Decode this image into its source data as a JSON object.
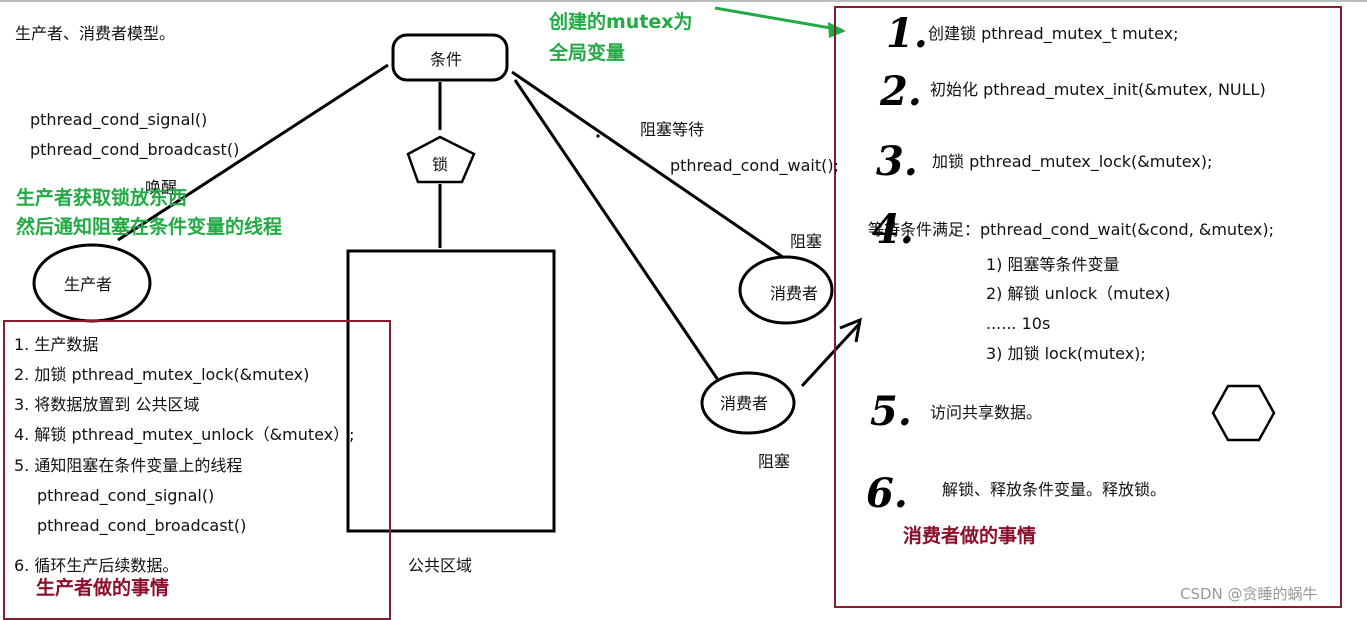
{
  "title": "生产者、消费者模型。",
  "cond_box": "条件",
  "lock_label": "锁",
  "producer_node": "生产者",
  "consumer_node_1": "消费者",
  "consumer_node_2": "消费者",
  "public_area": "公共区域",
  "block_wait": "阻塞等待",
  "cond_wait_call": "pthread_cond_wait();",
  "blocked_1": "阻塞",
  "blocked_2": "阻塞",
  "wake": "唤醒",
  "signal_left": "pthread_cond_signal()",
  "broadcast_left": "pthread_cond_broadcast()",
  "green_note_1": "生产者获取锁放东西",
  "green_note_2": "然后通知阻塞在条件变量的线程",
  "green_mutex_1": "创建的mutex为",
  "green_mutex_2": "全局变量",
  "producer_steps": {
    "s1": "1.  生产数据",
    "s2": "2. 加锁 pthread_mutex_lock(&mutex)",
    "s3": "3. 将数据放置到 公共区域",
    "s4": "4. 解锁 pthread_mutex_unlock（&mutex）;",
    "s5": "5. 通知阻塞在条件变量上的线程",
    "s5a": "pthread_cond_signal()",
    "s5b": "pthread_cond_broadcast()",
    "s6": "6. 循环生产后续数据。",
    "heading": "生产者做的事情"
  },
  "consumer_steps": {
    "n1": "1.",
    "s1": "创建锁  pthread_mutex_t mutex;",
    "n2": "2.",
    "s2": "初始化 pthread_mutex_init(&mutex, NULL)",
    "n3": "3.",
    "s3": "加锁 pthread_mutex_lock(&mutex);",
    "n4": "4.",
    "s4": "等待条件满足：pthread_cond_wait(&cond, &mutex);",
    "s4a": "1) 阻塞等条件变量",
    "s4b": "2)  解锁 unlock（mutex)",
    "s4c": "...... 10s",
    "s4d": "3) 加锁 lock(mutex);",
    "n5": "5.",
    "s5": "访问共享数据。",
    "n6": "6.",
    "s6": "解锁、释放条件变量。释放锁。",
    "heading": "消费者做的事情"
  },
  "watermark": "CSDN @贪睡的蜗牛",
  "colors": {
    "green": "#22aa44",
    "maroon": "#8b0f2b",
    "box_border": "#8b1a2b"
  }
}
